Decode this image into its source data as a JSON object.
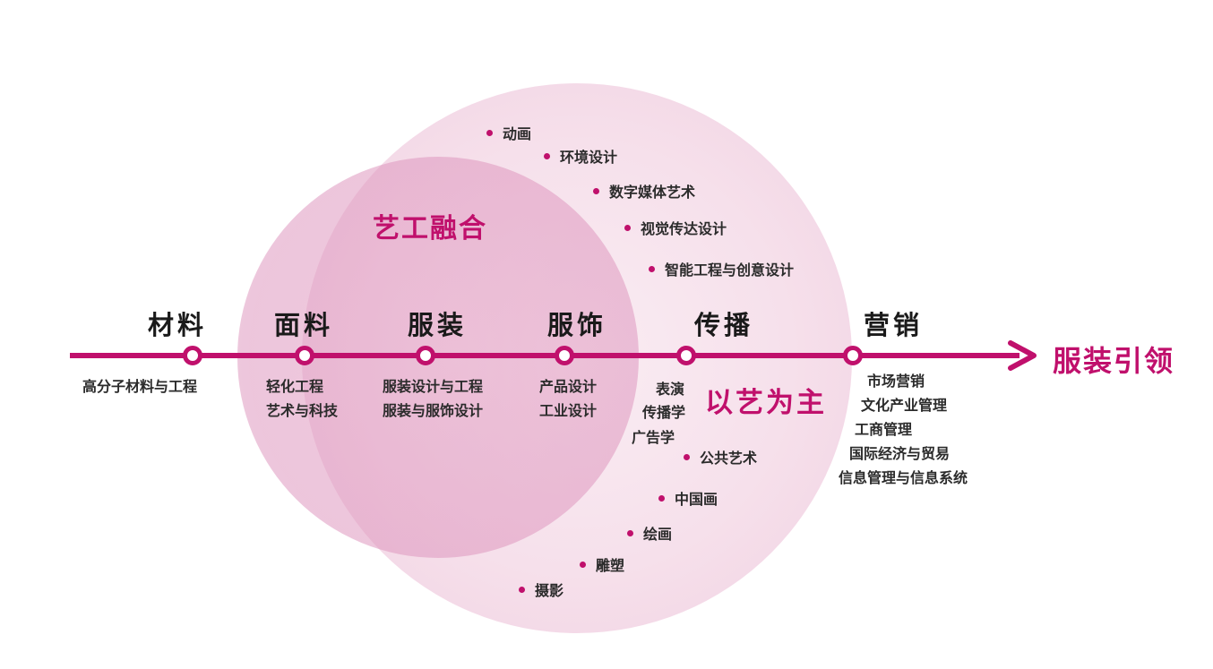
{
  "colors": {
    "accent": "#C0106C",
    "text": "#2B2B2B",
    "large_circle": "#F4DAE7",
    "small_circle_overlap": "#EBBCD5"
  },
  "themes": {
    "fusion": "艺工融合",
    "art_led": "以艺为主",
    "lead": "服装引领"
  },
  "timeline": {
    "stages": [
      {
        "label": "材料",
        "majors": [
          "高分子材料与工程"
        ]
      },
      {
        "label": "面料",
        "majors": [
          "轻化工程",
          "艺术与科技"
        ]
      },
      {
        "label": "服装",
        "majors": [
          "服装设计与工程",
          "服装与服饰设计"
        ]
      },
      {
        "label": "服饰",
        "majors": [
          "产品设计",
          "工业设计"
        ]
      },
      {
        "label": "传播",
        "majors": [
          "表演",
          "传播学",
          "广告学"
        ]
      },
      {
        "label": "营销",
        "majors": [
          "市场营销",
          "文化产业管理",
          "工商管理",
          "国际经济与贸易",
          "信息管理与信息系统"
        ]
      }
    ]
  },
  "art_majors_upper": [
    "动画",
    "环境设计",
    "数字媒体艺术",
    "视觉传达设计",
    "智能工程与创意设计"
  ],
  "art_majors_lower": [
    "公共艺术",
    "中国画",
    "绘画",
    "雕塑",
    "摄影"
  ]
}
